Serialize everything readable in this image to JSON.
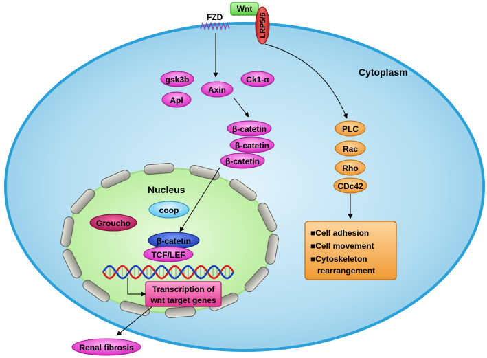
{
  "ligand": {
    "wnt": "Wnt",
    "fzd": "FZD",
    "lrp": "LRP5/6"
  },
  "compartments": {
    "cytoplasm": "Cytoplasm",
    "nucleus": "Nucleus"
  },
  "complex": {
    "gsk3b": "gsk3b",
    "axin": "Axin",
    "ck1": "Ck1-α",
    "apl": "Apl"
  },
  "beta_catenin": "β-catetin",
  "nuclear": {
    "coop": "coop",
    "groucho": "Groucho",
    "beta_catenin": "β-catetin",
    "tcf": "TCF/LEF",
    "transcription_line1": "Transcription of",
    "transcription_line2": "wnt target genes"
  },
  "noncanonical": {
    "plc": "PLC",
    "rac": "Rac",
    "rho": "Rho",
    "cdc42": "CDc42"
  },
  "effects": {
    "item1": "■Cell adhesion",
    "item2": "■Cell movement",
    "item3": "■Cytoskeleton",
    "item4": "rearrangement"
  },
  "outcome": "Renal fibrosis",
  "colors": {
    "cell_fill": "#9fd3ec",
    "cell_stroke": "#2a9fd6",
    "pink": "#e535c8",
    "magenta_dark": "#b01a6a",
    "orange": "#f2a23a",
    "green": "#7ee06a",
    "red": "#d93030",
    "blue_dark": "#1e3fbf",
    "nucleus_fill": "#c8f0b0"
  }
}
